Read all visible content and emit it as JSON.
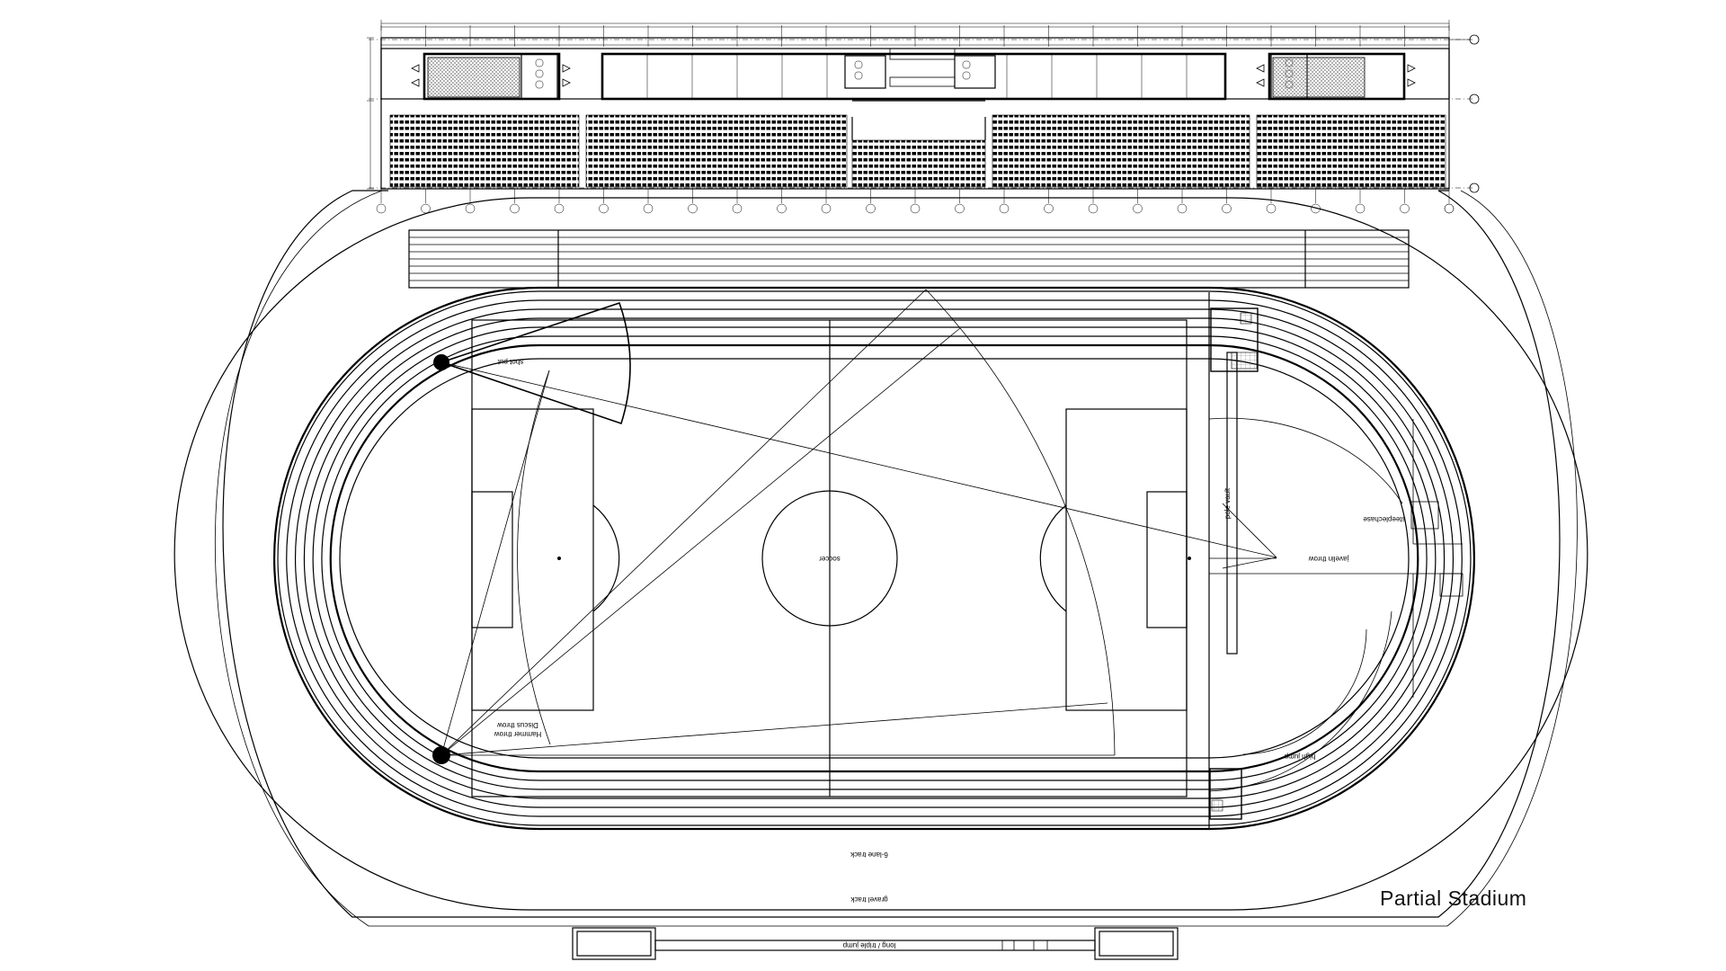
{
  "title": "Partial Stadium",
  "labels": {
    "soccer": "soccer",
    "shot_put": "shot put",
    "hammer_throw": "Hammer throw",
    "discus_throw": "Discus throw",
    "pole_vault": "pole vault",
    "steeplechase": "steeplechase",
    "javelin_throw": "javelin throw",
    "high_jump": "high jump",
    "track": "6-lane track",
    "gravel_track": "gravel track",
    "long_triple_jump": "long / triple jump"
  }
}
